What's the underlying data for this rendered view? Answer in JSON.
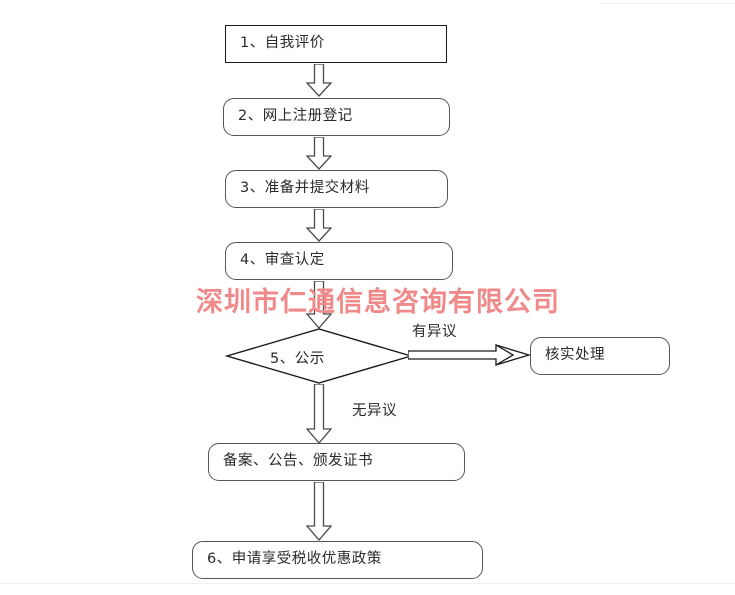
{
  "diagram": {
    "title_watermark": "深圳市仁通信息咨询有限公司",
    "watermark_color": "#f08a8a",
    "background_color": "#ffffff",
    "nodes": [
      {
        "id": "n1",
        "label": "1、自我评价",
        "shape": "rectangle-sharp"
      },
      {
        "id": "n2",
        "label": "2、网上注册登记",
        "shape": "rectangle-rounded"
      },
      {
        "id": "n3",
        "label": "3、准备并提交材料",
        "shape": "rectangle-rounded"
      },
      {
        "id": "n4",
        "label": "4、审查认定",
        "shape": "rectangle-rounded"
      },
      {
        "id": "n5",
        "label": "5、公示",
        "shape": "diamond"
      },
      {
        "id": "n6",
        "label": "核实处理",
        "shape": "rectangle-rounded"
      },
      {
        "id": "n7",
        "label": "备案、公告、颁发证书",
        "shape": "rectangle-rounded"
      },
      {
        "id": "n8",
        "label": "6、申请享受税收优惠政策",
        "shape": "rectangle-rounded"
      }
    ],
    "edge_labels": {
      "objection": "有异议",
      "no_objection": "无异议"
    }
  }
}
